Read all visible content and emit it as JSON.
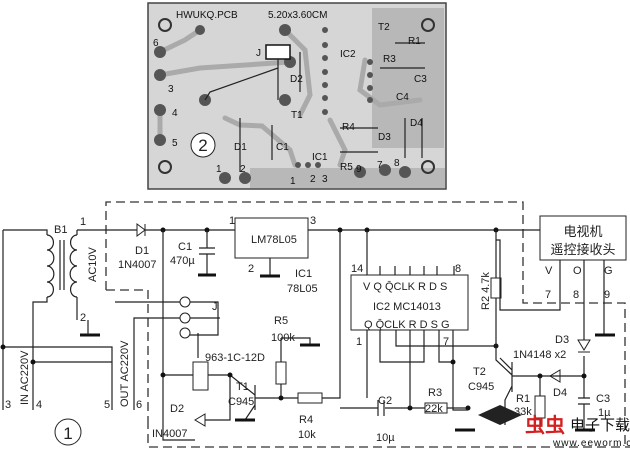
{
  "pcb": {
    "title": "HWUKQ.PCB",
    "size": "5.20x3.60CM",
    "figure_number": "2",
    "labels": {
      "p6": "6",
      "p3": "3",
      "p4": "4",
      "p5": "5",
      "J": "J",
      "D2": "D2",
      "IC2": "IC2",
      "T2": "T2",
      "R1": "R1",
      "R3": "R3",
      "C3": "C3",
      "C4": "C4",
      "T1": "T1",
      "R4": "R4",
      "D3": "D3",
      "D4": "D4",
      "IC1": "IC1",
      "R5": "R5",
      "D1": "D1",
      "C1": "C1",
      "b1": "1",
      "b2": "2",
      "i1": "1",
      "i2": "2",
      "i3": "3",
      "p9": "9",
      "p7": "7",
      "p8": "8"
    }
  },
  "schematic": {
    "figure_number": "1",
    "B1": "B1",
    "B1_pin1": "1",
    "B1_pin2": "2",
    "AC10V": "AC10V",
    "D1": "D1",
    "D1_part": "1N4007",
    "C1": "C1",
    "C1_val": "470µ",
    "IC1_name": "LM78L05",
    "IC1_pin1": "1",
    "IC1_pin2": "2",
    "IC1_pin3": "3",
    "IC1": "IC1",
    "IC1_part": "78L05",
    "J": "J",
    "relay": "963-1C-12D",
    "R5": "R5",
    "R5_val": "100k",
    "T1": "T1",
    "T1_part": "C945",
    "D2": "D2",
    "D2_part": "IN4007",
    "R4": "R4",
    "R4_val": "10k",
    "in_pin3": "3",
    "in_label": "IN AC220V",
    "in_pin4": "4",
    "out_pin5": "5",
    "out_label": "OUT AC220V",
    "out_pin6": "6",
    "IC2_pin14": "14",
    "IC2_pin8": "8",
    "IC2_top_pins": "V Q Q̄CLK R D S",
    "IC2": "IC2  MC14013",
    "IC2_bottom_pins": "Q Q̄CLK R D S G",
    "IC2_pin1": "1",
    "IC2_pin7": "7",
    "R2": "R2 4.7k",
    "receiver_line1": "电视机",
    "receiver_line2": "遥控接收头",
    "rx_V": "V",
    "rx_O": "O",
    "rx_G": "G",
    "rx_7": "7",
    "rx_8": "8",
    "rx_9": "9",
    "D3": "D3",
    "D3_part": "1N4148 x2",
    "D4": "D4",
    "T2": "T2",
    "T2_part": "C945",
    "R1": "R1",
    "R1_val": "33k",
    "C3": "C3",
    "C3_val": "1µ",
    "C2": "C2",
    "C2_val": "10µ",
    "R3": "R3",
    "R3_val": "22k"
  },
  "watermark": {
    "site": "电子下载站",
    "url": "www.eeworm.com",
    "logo": "虫虫"
  }
}
